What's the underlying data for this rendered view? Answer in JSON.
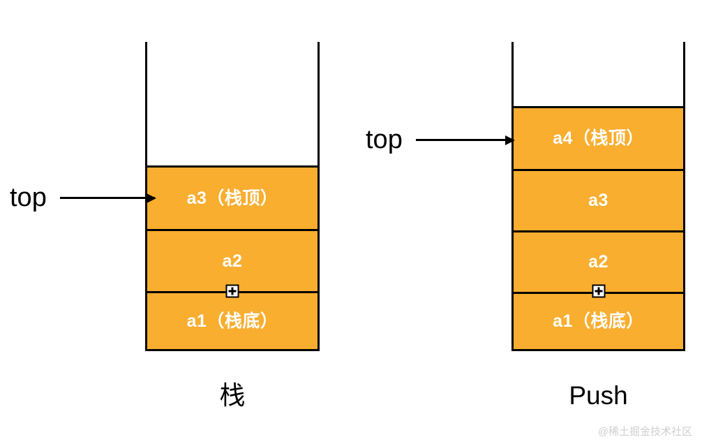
{
  "diagram": {
    "title_left": "栈",
    "title_right": "Push",
    "watermark": "@稀土掘金技术社区",
    "pointer_label_left": "top",
    "pointer_label_right": "top",
    "colors": {
      "cell_fill": "#F9AE30",
      "cell_border": "#000000",
      "cell_text": "#FFFFFF",
      "background": "#FFFFFF",
      "watermark": "#CFCFCF"
    },
    "marker_icon": "plus-square-handle"
  },
  "left_stack": {
    "caption": "栈",
    "pointer": "top",
    "pointer_target": "a3（栈顶）",
    "empty_slots": 2,
    "cells": [
      {
        "label": "a3（栈顶）"
      },
      {
        "label": "a2"
      },
      {
        "label": "a1（栈底）"
      }
    ]
  },
  "right_stack": {
    "caption": "Push",
    "pointer": "top",
    "pointer_target": "a4（栈顶）",
    "empty_slots": 1,
    "cells": [
      {
        "label": "a4（栈顶）"
      },
      {
        "label": "a3"
      },
      {
        "label": "a2"
      },
      {
        "label": "a1（栈底）"
      }
    ]
  }
}
